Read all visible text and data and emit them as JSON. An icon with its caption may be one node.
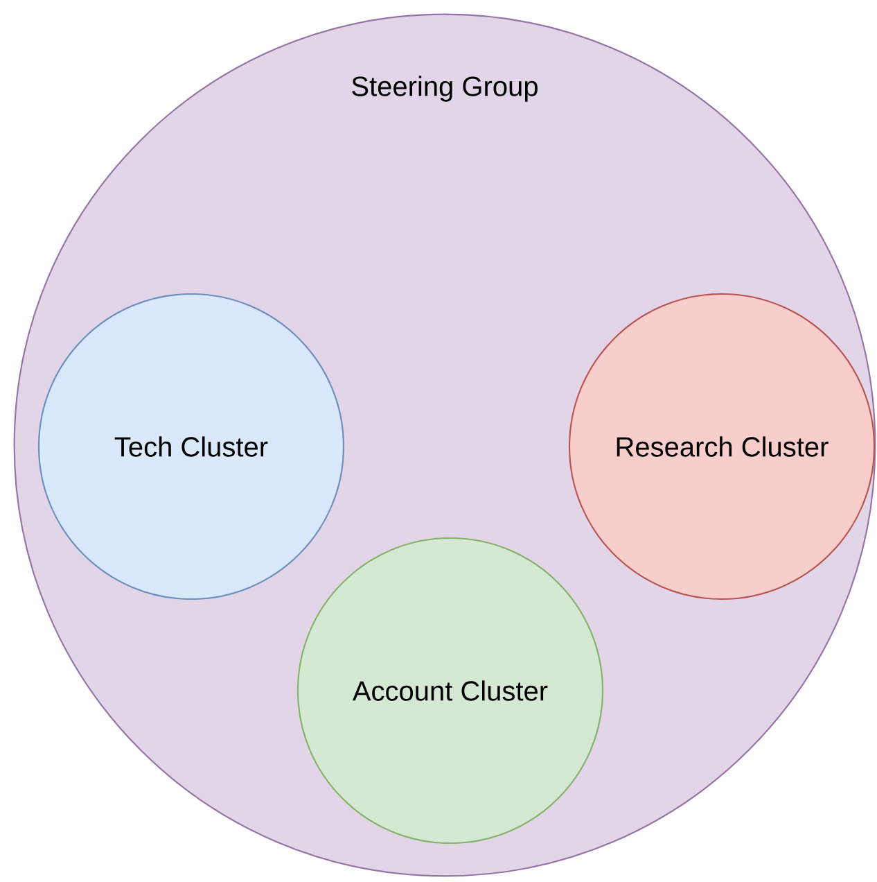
{
  "diagram": {
    "nodes": [
      {
        "text": [
          "Steering Group"
        ]
      },
      {
        "text": [
          "Tech Cluster"
        ],
        "in": 0
      },
      {
        "text": [
          "Research Cluster"
        ],
        "in": 0
      },
      {
        "text": [
          "Account Cluster"
        ],
        "in": 0
      }
    ]
  }
}
